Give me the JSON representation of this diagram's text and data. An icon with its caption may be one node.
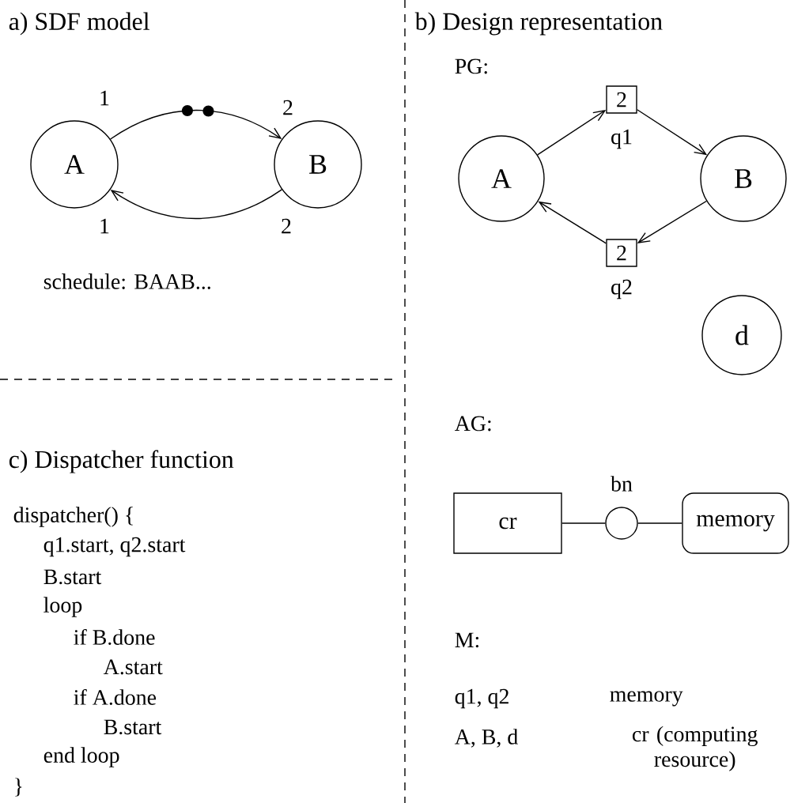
{
  "diagram": {
    "nodes": [
      {
        "text": [
          "A"
        ]
      },
      {
        "text": [
          "B"
        ]
      },
      {
        "text": [
          "A"
        ]
      },
      {
        "text": [
          "2"
        ],
        "beside": [
          "q1"
        ]
      },
      {
        "text": [
          "B"
        ]
      },
      {
        "text": [
          "2"
        ],
        "beside": [
          "q2"
        ]
      },
      {
        "text": [
          "d"
        ]
      },
      {
        "text": [
          "cr"
        ]
      },
      {
        "text": [],
        "shape": "circle",
        "beside": [
          "bn"
        ]
      },
      {
        "text": [
          "memory"
        ]
      }
    ],
    "edges": [
      {
        "from": 0,
        "to": 1,
        "arrow": "to"
      },
      {
        "from": 1,
        "to": 0,
        "arrow": "to"
      },
      {
        "from": 2,
        "to": 3,
        "arrow": "to"
      },
      {
        "from": 3,
        "to": 4,
        "arrow": "to"
      },
      {
        "from": 4,
        "to": 5,
        "arrow": "to"
      },
      {
        "from": 5,
        "to": 2,
        "arrow": "to"
      },
      {
        "from": 7,
        "to": 8,
        "arrow": "none"
      },
      {
        "from": 8,
        "to": 9,
        "arrow": "none"
      }
    ],
    "labels": [
      "a) SDF model",
      "1",
      "2",
      "1",
      "2",
      "schedule: BAAB...",
      "b) Design representation",
      "PG:",
      "c) Dispatcher function",
      "dispatcher() {",
      "q1.start, q2.start",
      "B.start",
      "loop",
      "if B.done",
      "A.start",
      "if A.done",
      "B.start",
      "end loop",
      "}",
      "AG:",
      "M:",
      "q1, q2",
      "memory",
      "A, B, d",
      "cr (computing resource)"
    ]
  }
}
